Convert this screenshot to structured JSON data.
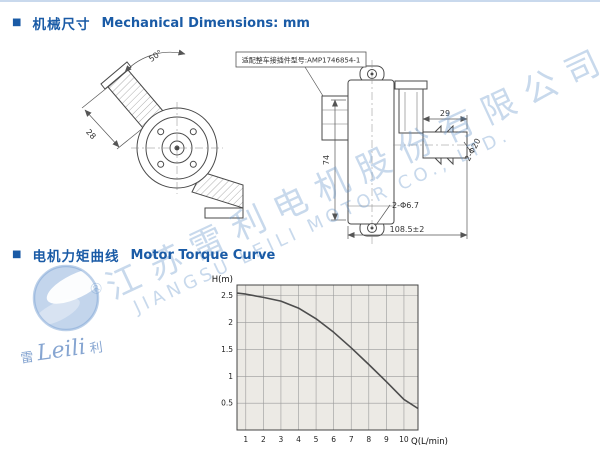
{
  "page": {
    "accent": "#1a5ba6",
    "watermark_color": "#5f8fc8"
  },
  "header_mech": {
    "bullet": "■",
    "title_cn": "机械尺寸",
    "title_en": "Mechanical Dimensions: mm"
  },
  "header_torque": {
    "bullet": "■",
    "title_cn": "电机力矩曲线",
    "title_en": "Motor Torque Curve"
  },
  "drawing": {
    "connector_label": "适配整车接插件型号:AMP1746854-1",
    "dim_angle": "50°",
    "dim_28": "28",
    "dim_74": "74",
    "dim_29": "29",
    "dim_holes": "2-Φ6.7",
    "dim_ports": "2-Φ20",
    "dim_length": "108.5±2"
  },
  "watermark": {
    "reg": "®",
    "line_cn": "江苏雷利电机股份有限公司",
    "line_en": "JIANGSU LEILI MOTOR CO., LTD.",
    "logo_cn_left": "雷",
    "logo_script": "Leili",
    "logo_cn_right": "利"
  },
  "chart_data": {
    "type": "line",
    "title": "Motor Torque Curve",
    "xlabel": "Q(L/min)",
    "ylabel": "H(m)",
    "xlim": [
      0.5,
      10.8
    ],
    "ylim": [
      0,
      2.7
    ],
    "x_ticks": [
      1,
      2,
      3,
      4,
      5,
      6,
      7,
      8,
      9,
      10
    ],
    "y_ticks": [
      0.5,
      1,
      1.5,
      2,
      2.5
    ],
    "grid": true,
    "legend": false,
    "points": [
      [
        0.5,
        2.55
      ],
      [
        1,
        2.53
      ],
      [
        2,
        2.47
      ],
      [
        3,
        2.4
      ],
      [
        4,
        2.27
      ],
      [
        5,
        2.07
      ],
      [
        6,
        1.82
      ],
      [
        7,
        1.53
      ],
      [
        8,
        1.22
      ],
      [
        9,
        0.9
      ],
      [
        10,
        0.57
      ],
      [
        10.8,
        0.4
      ]
    ]
  }
}
